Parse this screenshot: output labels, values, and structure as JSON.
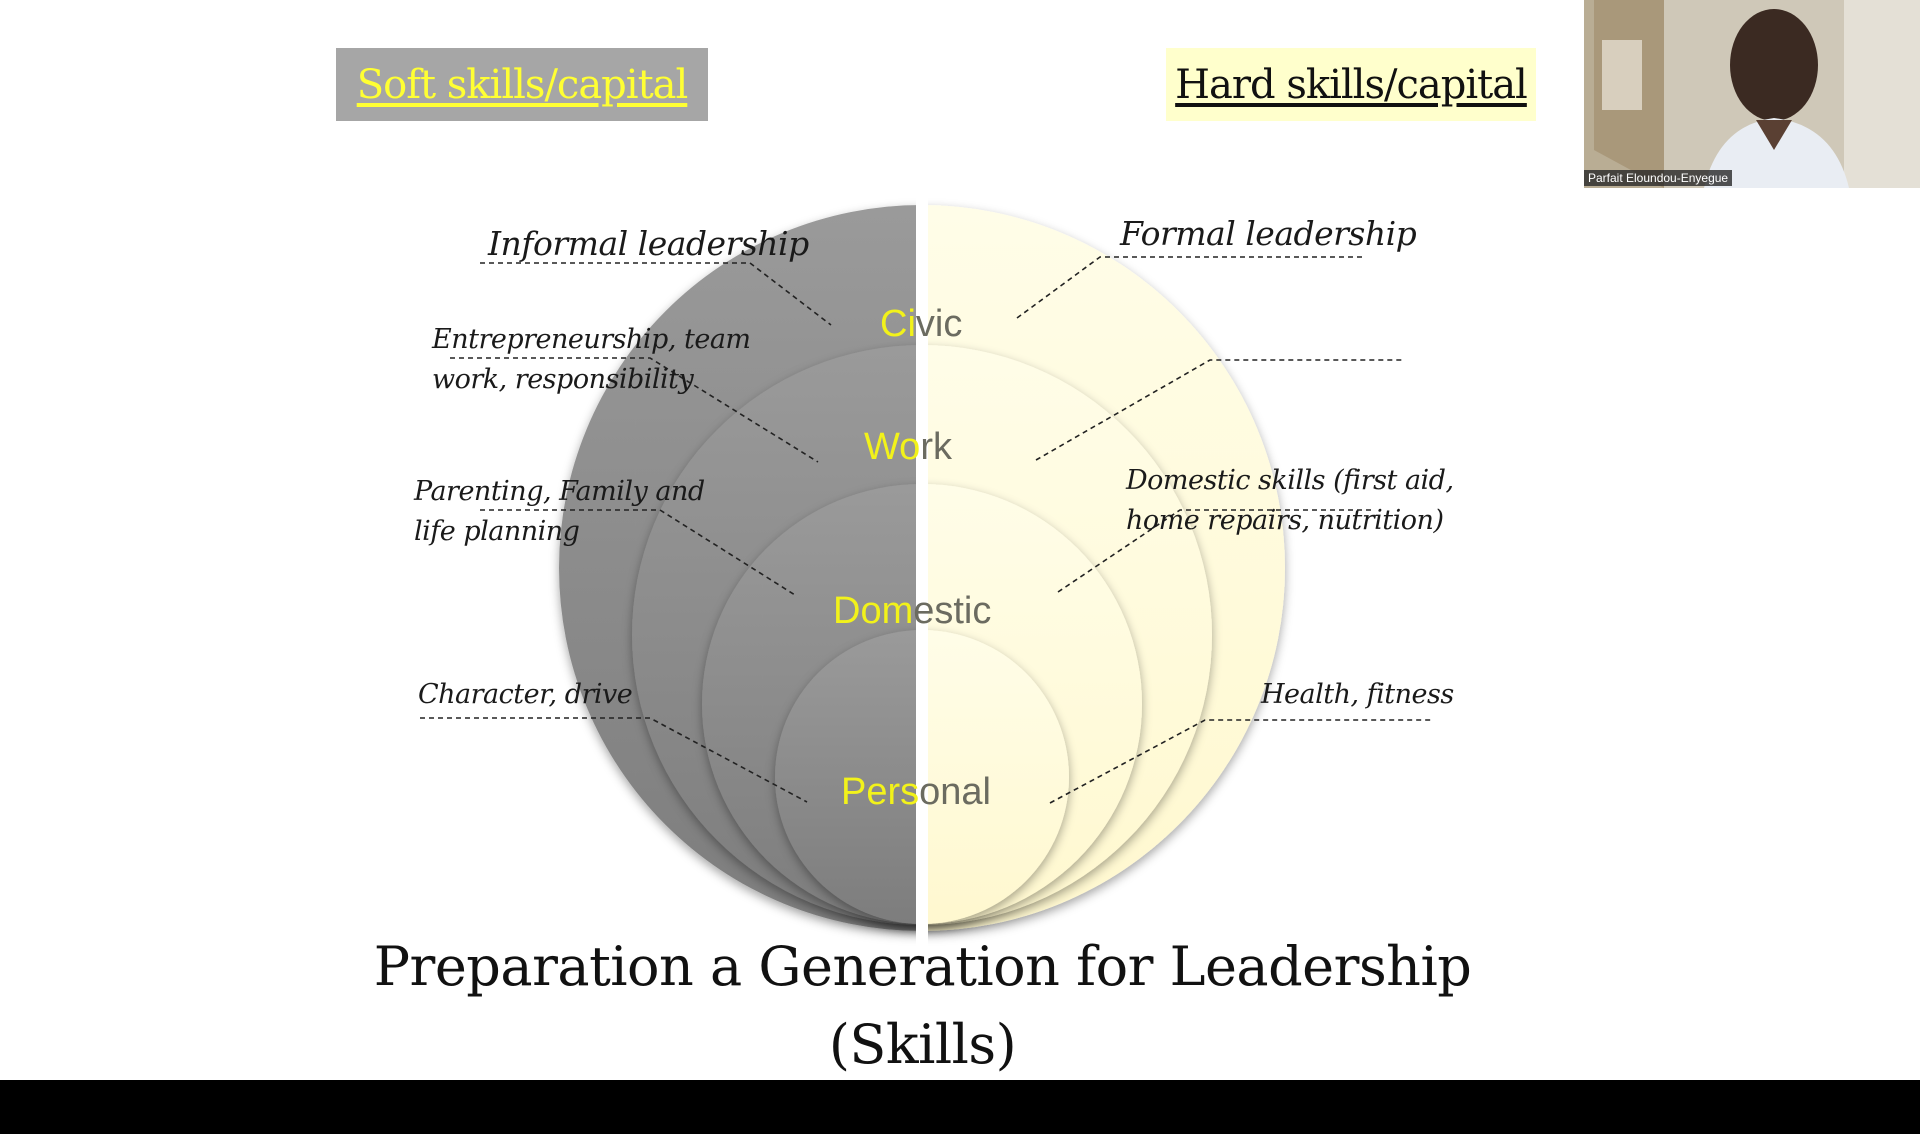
{
  "slide": {
    "soft_header": "Soft skills/capital",
    "hard_header": "Hard skills/capital",
    "title_line1": "Preparation a Generation for Leadership",
    "title_line2": "(Skills)"
  },
  "levels": {
    "civic": [
      "Ci",
      "vic"
    ],
    "work": [
      "Wo",
      "rk"
    ],
    "domestic": [
      "Dom",
      "estic"
    ],
    "personal": [
      "Pers",
      "onal"
    ]
  },
  "left_annotations": {
    "informal_leadership": "Informal leadership",
    "entrepreneurship_line1": "Entrepreneurship, team",
    "entrepreneurship_line2": "work, responsibility",
    "parenting_line1": "Parenting, Family and",
    "parenting_line2": "life planning",
    "character": "Character, drive"
  },
  "right_annotations": {
    "formal_leadership": "Formal leadership",
    "domestic_skills_line1": "Domestic skills (first aid,",
    "domestic_skills_line2": "home repairs, nutrition)",
    "health": "Health, fitness"
  },
  "video": {
    "participant_name": "Parfait Eloundou-Enyegue"
  },
  "colors": {
    "soft_box": "#a6a6a6",
    "soft_text": "#ffff33",
    "hard_box": "#ffffcc",
    "left_half": "#8c8c8c",
    "right_half": "#fffbd9"
  }
}
